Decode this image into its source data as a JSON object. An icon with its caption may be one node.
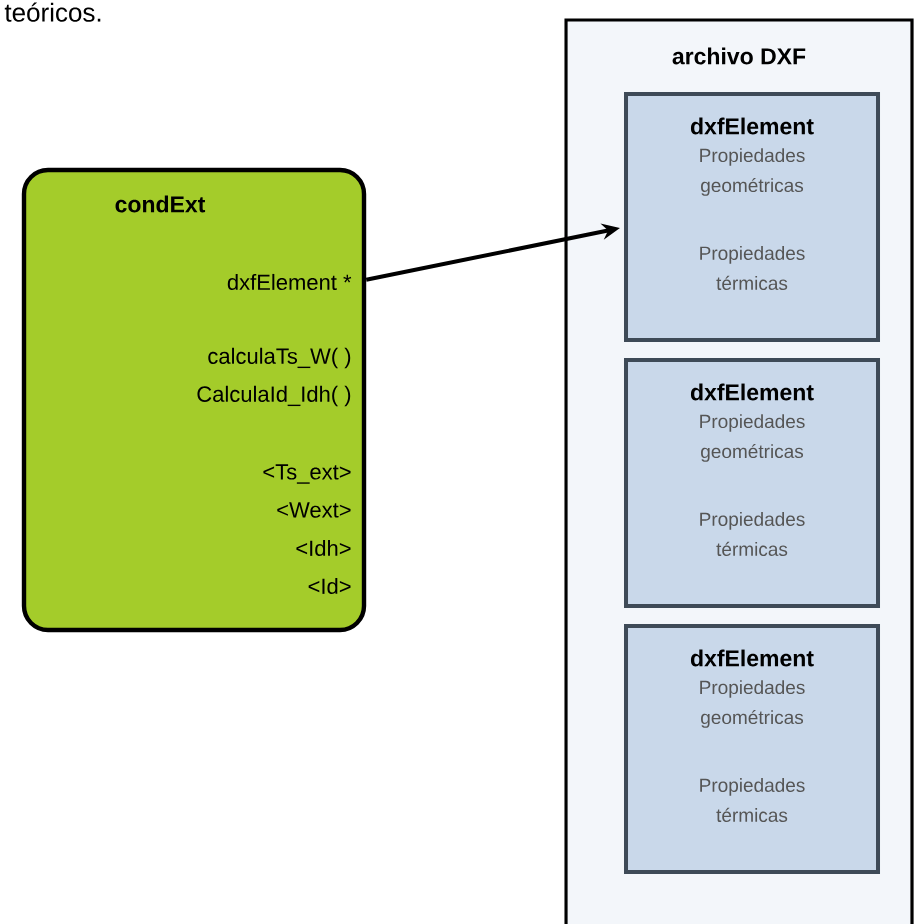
{
  "diagram": {
    "nodes": [
      {
        "text": [
          "condExt",
          "dxfElement *",
          "calculaTs_W( )",
          "CalculaId_Idh( )",
          "<Ts_ext>",
          "<Wext>",
          "<Idh>",
          "<Id>"
        ]
      },
      {
        "text": [
          "archivo DXF"
        ]
      },
      {
        "text": [
          "dxfElement",
          "Propiedades geométricas",
          "Propiedades térmicas"
        ],
        "in": 1
      },
      {
        "text": [
          "dxfElement",
          "Propiedades geométricas",
          "Propiedades térmicas"
        ],
        "in": 1
      },
      {
        "text": [
          "dxfElement",
          "Propiedades geométricas",
          "Propiedades térmicas"
        ],
        "in": 1
      }
    ],
    "edges": [
      {
        "from": 0,
        "to": 2,
        "arrow": "to"
      }
    ],
    "labels": [
      "teóricos."
    ]
  }
}
